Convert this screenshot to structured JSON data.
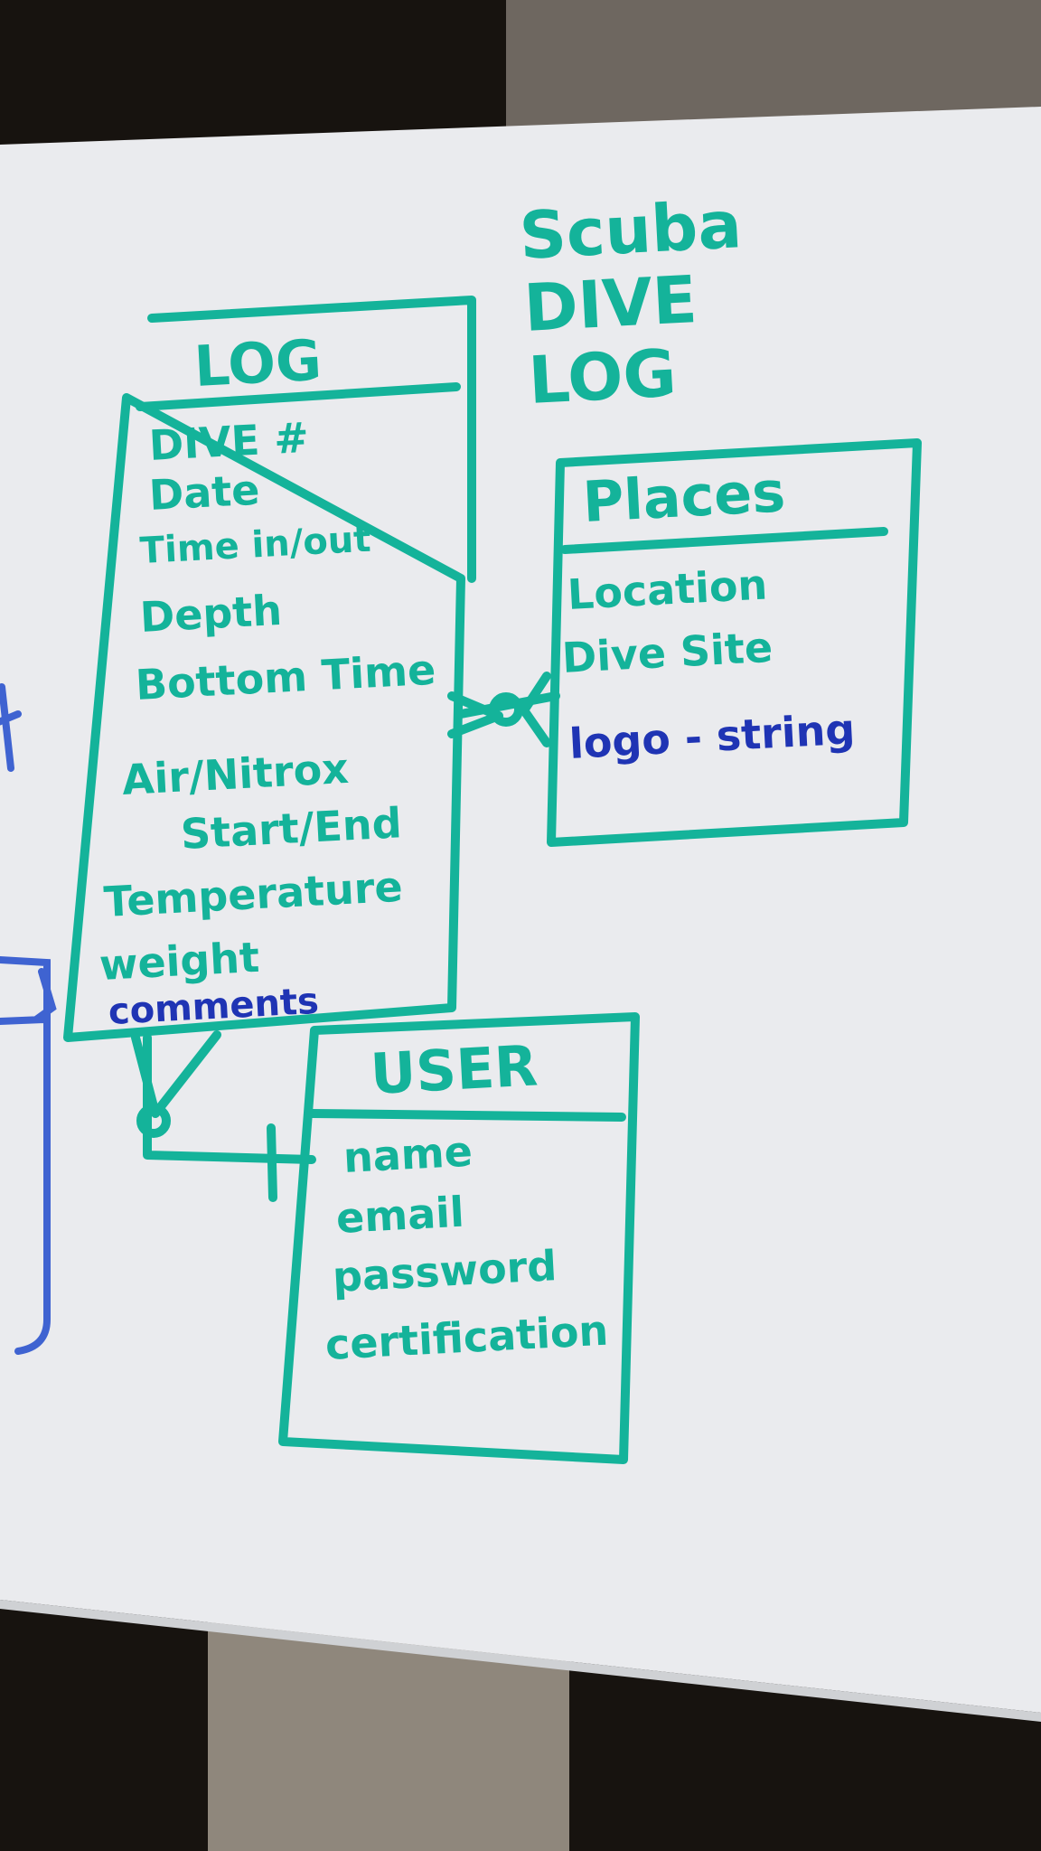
{
  "title": [
    "Scuba",
    "DIVE",
    "LOG"
  ],
  "entities": {
    "log": {
      "name": "LOG",
      "fields": [
        "DIVE #",
        "Date",
        "Time in/out",
        "Depth",
        "Bottom Time",
        "Air/Nitrox",
        "Start/End",
        "Temperature",
        "weight"
      ],
      "extra_field": "comments"
    },
    "places": {
      "name": "Places",
      "fields": [
        "Location",
        "Dive Site"
      ],
      "extra_field": "logo - string"
    },
    "user": {
      "name": "USER",
      "fields": [
        "name",
        "email",
        "password",
        "certification"
      ]
    }
  },
  "colors": {
    "teal_marker": "#14b39a",
    "blue_marker": "#1f34b4",
    "whiteboard": "#eaebee"
  }
}
